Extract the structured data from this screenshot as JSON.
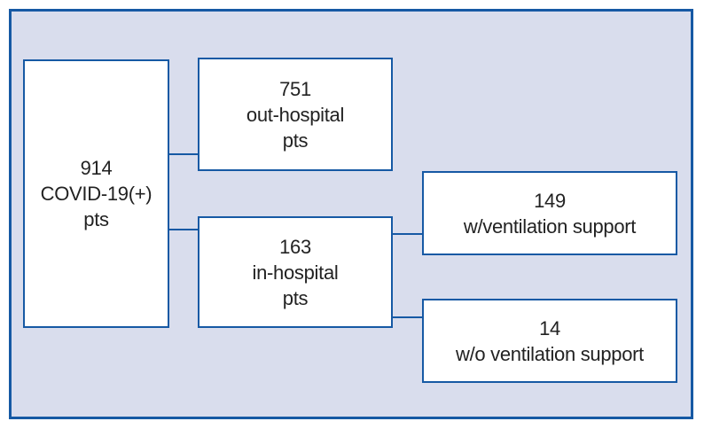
{
  "figure": {
    "type": "flowchart",
    "description": "COVID-19 patient disposition flow diagram",
    "colors": {
      "page_background": "#ffffff",
      "panel_background": "#d9dded",
      "accent_border": "#1659a4",
      "box_fill": "#ffffff",
      "text": "#222222"
    },
    "boxes": [
      {
        "id": "covid-total",
        "lines": [
          "914",
          "COVID-19(+)",
          "pts"
        ]
      },
      {
        "id": "out-hospital",
        "lines": [
          "751",
          "out-hospital",
          "pts"
        ]
      },
      {
        "id": "in-hospital",
        "lines": [
          "163",
          "in-hospital",
          "pts"
        ]
      },
      {
        "id": "with-ventilation",
        "lines": [
          "149",
          "w/ventilation support"
        ]
      },
      {
        "id": "without-ventilation",
        "lines": [
          "14",
          "w/o ventilation support"
        ]
      }
    ],
    "connections": [
      {
        "from": "covid-total",
        "to": "out-hospital"
      },
      {
        "from": "covid-total",
        "to": "in-hospital"
      },
      {
        "from": "in-hospital",
        "to": "with-ventilation"
      },
      {
        "from": "in-hospital",
        "to": "without-ventilation"
      }
    ]
  }
}
